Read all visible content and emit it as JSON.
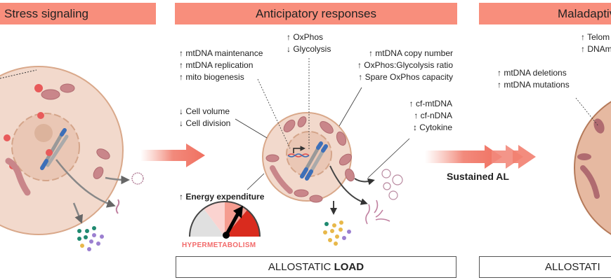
{
  "panels": [
    {
      "title": "Stress signaling"
    },
    {
      "title": "Anticipatory responses"
    },
    {
      "title": "Maladaptive"
    }
  ],
  "anticipatory": {
    "left_top": [
      "↑ mtDNA maintenance",
      "↑ mtDNA replication",
      "↑ mito biogenesis"
    ],
    "center_top": [
      "↑ OxPhos",
      "↓ Glycolysis"
    ],
    "right_top": [
      "↑ mtDNA copy number",
      "↑ OxPhos:Glycolysis ratio",
      "↑ Spare OxPhos capacity"
    ],
    "left_mid": [
      "↓ Cell volume",
      "↓ Cell division"
    ],
    "right_mid": [
      "↑ cf-mtDNA",
      "↑ cf-nDNA",
      "↕ Cytokine"
    ],
    "energy_prefix": "↑ ",
    "energy_label": "Energy expenditure",
    "gauge_label": "HYPERMETABOLISM",
    "load_box": {
      "prefix": "ALLOSTATIC ",
      "bold": "LOAD"
    }
  },
  "maladaptive": {
    "top": [
      "↑ Telom",
      "↑ DNAm"
    ],
    "mid": [
      "↑ mtDNA deletions",
      "↑ mtDNA mutations"
    ],
    "box": "ALLOSTATI"
  },
  "transition": {
    "label": "Sustained AL"
  },
  "colors": {
    "header": "#f88e7c",
    "accent": "#f26a6a",
    "cell": "#f2d9cc",
    "cell_border": "#d9a88a",
    "mito": "#c9868a",
    "chromosome": "#4a78c0"
  }
}
